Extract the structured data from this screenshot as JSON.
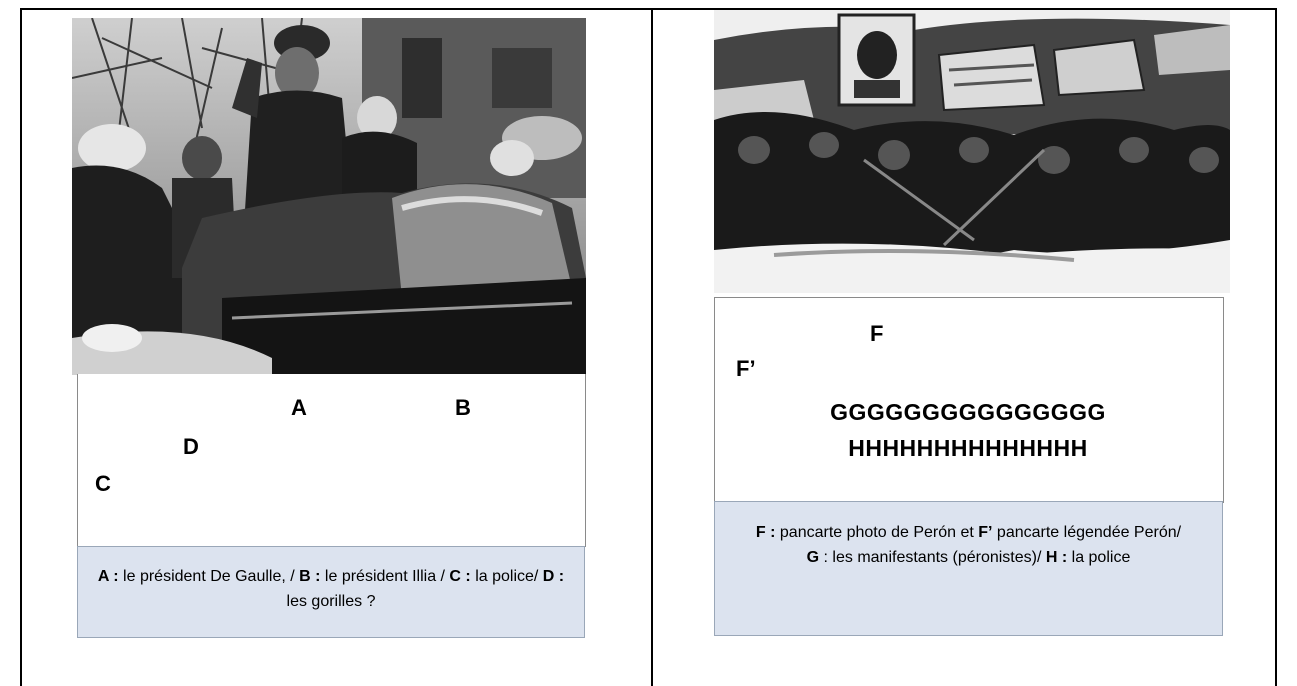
{
  "left_panel": {
    "labels": {
      "a": "A",
      "b": "B",
      "c": "C",
      "d": "D"
    },
    "caption": {
      "a_key": "A :",
      "a_text": " le président De Gaulle, / ",
      "b_key": "B :",
      "b_text": " le président Illia / ",
      "c_key": "C :",
      "c_text": " la police/ ",
      "d_key": "D :",
      "d_text": " les gorilles ?"
    }
  },
  "right_panel": {
    "labels": {
      "f": "F",
      "f_prime": "F’",
      "g_row": "GGGGGGGGGGGGGGG",
      "h_row": "HHHHHHHHHHHHHH"
    },
    "caption": {
      "f_key": "F :",
      "f_text": " pancarte photo de Perón et ",
      "fp_key": "F’",
      "fp_text": " pancarte légendée Perón/ ",
      "g_key": "G",
      "g_text": " : les manifestants (péronistes)/ ",
      "h_key": "H :",
      "h_text": " la police"
    }
  }
}
